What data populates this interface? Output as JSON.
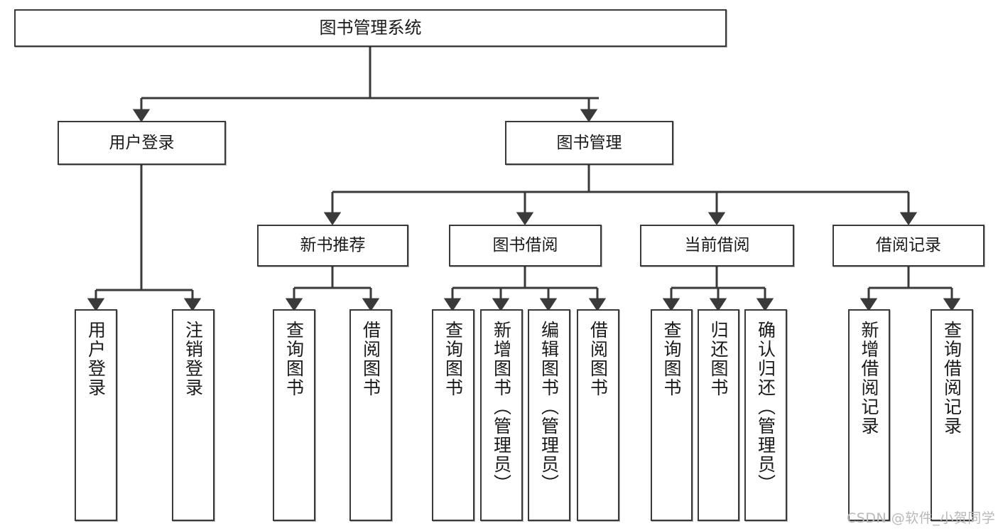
{
  "diagram": {
    "title": "图书管理系统",
    "type": "tree-hierarchy",
    "watermark": "CSDN @软件_小贺同学",
    "colors": {
      "box_border": "#3a3a3a",
      "box_fill": "#ffffff",
      "edge": "#3a3a3a",
      "text": "#1a1a1a",
      "watermark": "#b9b9b9"
    },
    "levels": {
      "root": "图书管理系统",
      "modules": [
        "用户登录",
        "图书管理"
      ],
      "submodules": [
        "新书推荐",
        "图书借阅",
        "当前借阅",
        "借阅记录"
      ]
    },
    "nodes": {
      "root": {
        "label": "图书管理系统"
      },
      "user_login": {
        "label": "用户登录"
      },
      "book_manage": {
        "label": "图书管理"
      },
      "new_book_rec": {
        "label": "新书推荐"
      },
      "book_borrow": {
        "label": "图书借阅"
      },
      "current_borrow": {
        "label": "当前借阅"
      },
      "borrow_record": {
        "label": "借阅记录"
      },
      "leaf_user_login": {
        "label": "用户登录"
      },
      "leaf_logout": {
        "label": "注销登录"
      },
      "leaf_query_book_a": {
        "label": "查询图书"
      },
      "leaf_borrow_book_a": {
        "label": "借阅图书"
      },
      "leaf_query_book_b": {
        "label": "查询图书"
      },
      "leaf_add_book": {
        "label": "新增图书（管理员）"
      },
      "leaf_edit_book": {
        "label": "编辑图书（管理员）"
      },
      "leaf_borrow_book_b": {
        "label": "借阅图书"
      },
      "leaf_query_book_c": {
        "label": "查询图书"
      },
      "leaf_return_book": {
        "label": "归还图书"
      },
      "leaf_confirm_return": {
        "label": "确认归还（管理员）"
      },
      "leaf_add_record": {
        "label": "新增借阅记录"
      },
      "leaf_query_record": {
        "label": "查询借阅记录"
      }
    }
  }
}
